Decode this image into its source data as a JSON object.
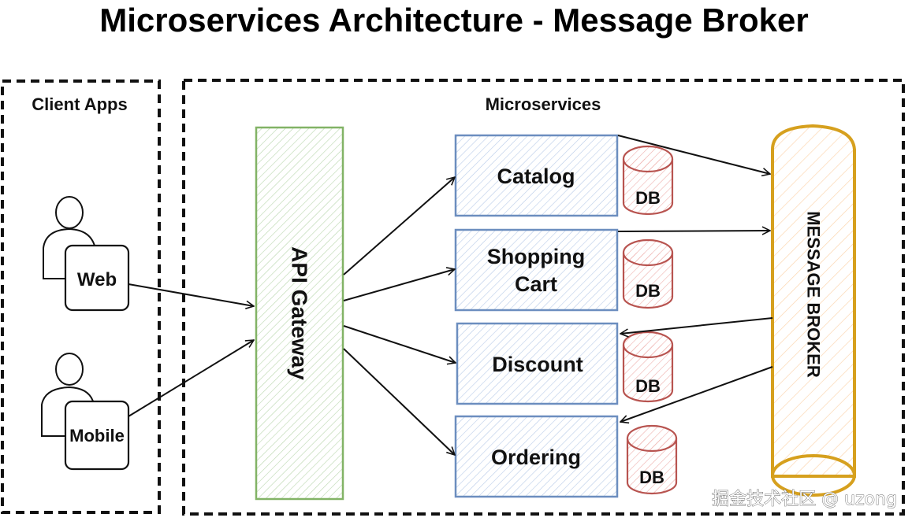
{
  "title": "Microservices Architecture - Message Broker",
  "groups": {
    "client_apps": {
      "label": "Client Apps"
    },
    "microservices": {
      "label": "Microservices"
    }
  },
  "clients": [
    {
      "id": "web",
      "label": "Web",
      "icon": "user-icon"
    },
    {
      "id": "mobile",
      "label": "Mobile",
      "icon": "user-icon"
    }
  ],
  "gateway": {
    "label": "API Gateway",
    "color": "#82b366"
  },
  "services": [
    {
      "id": "catalog",
      "lines": [
        "Catalog"
      ],
      "db_label": "DB"
    },
    {
      "id": "shopping-cart",
      "lines": [
        "Shopping",
        "Cart"
      ],
      "db_label": "DB"
    },
    {
      "id": "discount",
      "lines": [
        "Discount"
      ],
      "db_label": "DB"
    },
    {
      "id": "ordering",
      "lines": [
        "Ordering"
      ],
      "db_label": "DB"
    }
  ],
  "broker": {
    "label": "MESSAGE BROKER",
    "color": "#d6a01e"
  },
  "connections": [
    {
      "from": "web",
      "to": "gateway"
    },
    {
      "from": "mobile",
      "to": "gateway"
    },
    {
      "from": "gateway",
      "to": "catalog"
    },
    {
      "from": "gateway",
      "to": "shopping-cart"
    },
    {
      "from": "gateway",
      "to": "discount"
    },
    {
      "from": "gateway",
      "to": "ordering"
    },
    {
      "from": "catalog",
      "to": "broker"
    },
    {
      "from": "shopping-cart",
      "to": "broker"
    },
    {
      "from": "broker",
      "to": "discount"
    },
    {
      "from": "broker",
      "to": "ordering"
    }
  ],
  "colors": {
    "service_stroke": "#6c8ebf",
    "service_fill": "#dae8fc",
    "db_stroke": "#b85450",
    "db_fill": "#f8cecc",
    "gateway_fill": "#d5e8d4",
    "broker_fill": "#ffe6cc"
  },
  "watermark": "掘金技术社区 @ uzong"
}
